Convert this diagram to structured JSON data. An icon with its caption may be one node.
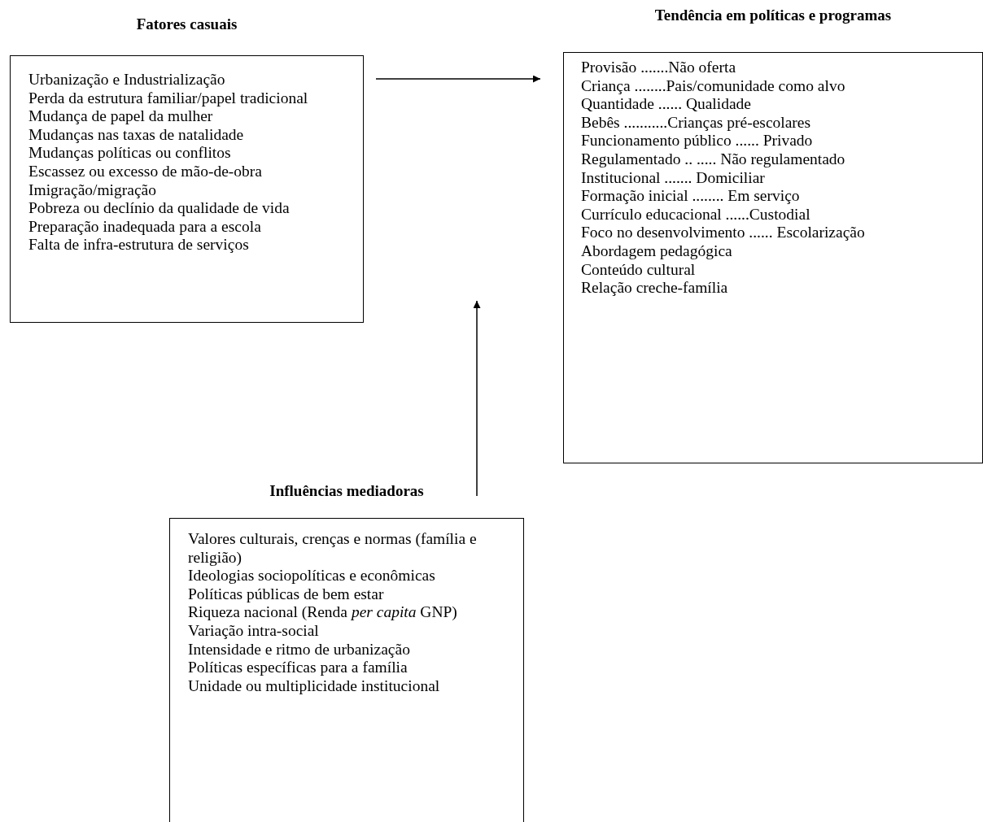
{
  "diagram": {
    "nodes": [
      {
        "text": [
          "Fatores casuais",
          "Urbanização e Industrialização",
          "Perda da estrutura familiar/papel tradicional",
          "Mudança de papel da mulher",
          "Mudanças nas taxas de natalidade",
          "Mudanças políticas ou conflitos",
          "Escassez ou excesso de mão-de-obra",
          "Imigração/migração",
          "Pobreza ou declínio da qualidade de vida",
          "Preparação inadequada para a escola",
          "Falta de infra-estrutura de serviços"
        ]
      },
      {
        "text": [
          "Tendência em políticas e programas",
          "Provisão .......Não oferta",
          "Criança ........Pais/comunidade como alvo",
          "Quantidade ...... Qualidade",
          "Bebês ...........Crianças pré-escolares",
          "Funcionamento público ...... Privado",
          "Regulamentado .. ..... Não regulamentado",
          "Institucional ....... Domiciliar",
          "Formação inicial ........ Em serviço",
          "Currículo educacional ......Custodial",
          "Foco no desenvolvimento ...... Escolarização",
          "Abordagem pedagógica",
          "Conteúdo cultural",
          "Relação creche-família"
        ]
      },
      {
        "text": [
          "Influências mediadoras",
          "Valores culturais, crenças e normas (família e religião)",
          "Ideologias sociopolíticas e econômicas",
          "Políticas públicas de bem estar",
          "Riqueza nacional (Renda *per capita* GNP)",
          "Variação intra-social",
          "Intensidade e ritmo de urbanização",
          "Políticas específicas para a família",
          "Unidade ou multiplicidade institucional"
        ]
      }
    ],
    "edges": [
      {
        "from": 0,
        "to": 1,
        "arrow": "to"
      },
      {
        "from": 2,
        "to": null,
        "arrow": "to"
      }
    ]
  }
}
